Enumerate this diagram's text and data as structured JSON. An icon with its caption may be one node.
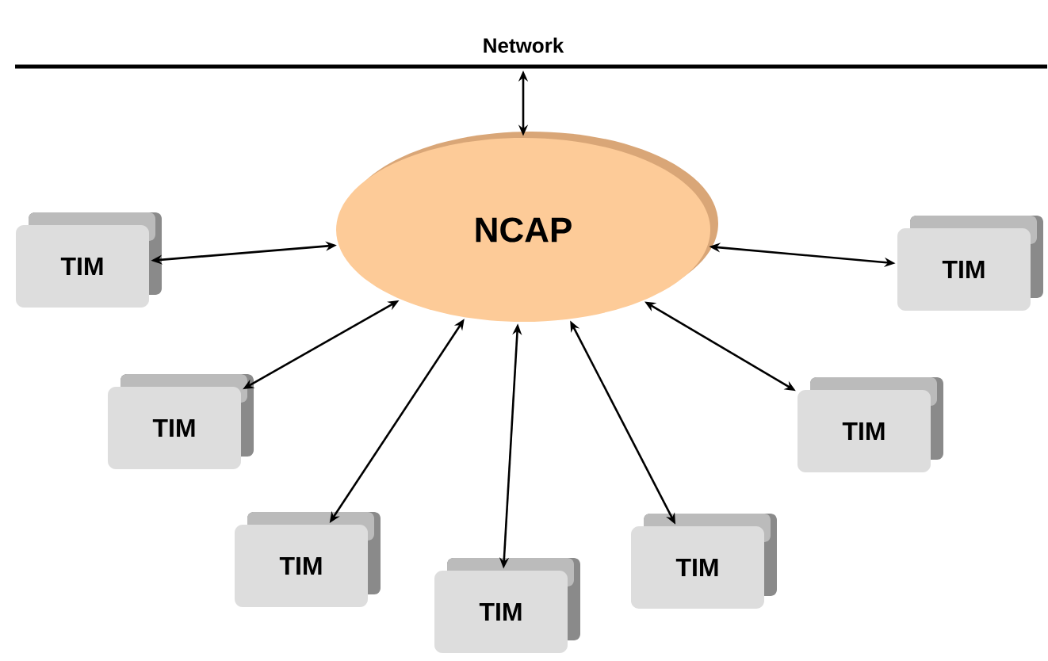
{
  "diagram": {
    "nodes": [
      {
        "text": [
          "Network"
        ]
      },
      {
        "text": [
          "NCAP"
        ]
      },
      {
        "text": [
          "TIM"
        ]
      },
      {
        "text": [
          "TIM"
        ]
      },
      {
        "text": [
          "TIM"
        ]
      },
      {
        "text": [
          "TIM"
        ]
      },
      {
        "text": [
          "TIM"
        ]
      },
      {
        "text": [
          "TIM"
        ]
      },
      {
        "text": [
          "TIM"
        ]
      }
    ],
    "edges": [
      {
        "from": 1,
        "to": 0,
        "arrow": "both"
      },
      {
        "from": 1,
        "to": 2,
        "arrow": "both"
      },
      {
        "from": 1,
        "to": 3,
        "arrow": "both"
      },
      {
        "from": 1,
        "to": 4,
        "arrow": "both"
      },
      {
        "from": 1,
        "to": 5,
        "arrow": "both"
      },
      {
        "from": 1,
        "to": 6,
        "arrow": "both"
      },
      {
        "from": 1,
        "to": 7,
        "arrow": "both"
      },
      {
        "from": 1,
        "to": 8,
        "arrow": "both"
      }
    ]
  }
}
